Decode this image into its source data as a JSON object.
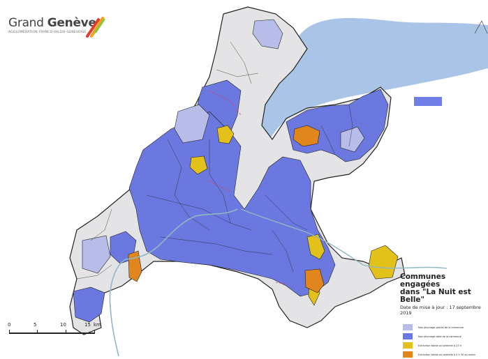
{
  "logo": {
    "title_light": "Grand",
    "title_bold": "Genève",
    "subtitle": "AGGLOMÉRATION FRANCO-VALDO-GENEVOISE"
  },
  "legend": {
    "title_line1": "Communes engagées",
    "title_line2": "dans \"La Nuit est Belle\"",
    "update": "Date de mise à jour : 17 septembre 2019",
    "items": [
      {
        "label": "Non allumage partiel de la commune",
        "color": "#b7bde8"
      },
      {
        "label": "Non allumage total de la commune",
        "color": "#6b78e0"
      },
      {
        "label": "Extinction totale ou partielle à 23 h",
        "color": "#e2c21a"
      },
      {
        "label": "Extinction totale ou partielle à 0 h 30 du matin",
        "color": "#e0861c"
      }
    ]
  },
  "scale": {
    "ticks": [
      "0",
      "5",
      "10",
      "15"
    ],
    "unit": "km"
  },
  "map_colors": {
    "lake": "#a9c4e6",
    "not_engaged": "#e4e4e6",
    "partial": "#b7bde8",
    "total": "#6b78e0",
    "ext23": "#e2c21a",
    "ext0030": "#e0861c",
    "river": "#8fb8c4",
    "border": "#222222"
  }
}
